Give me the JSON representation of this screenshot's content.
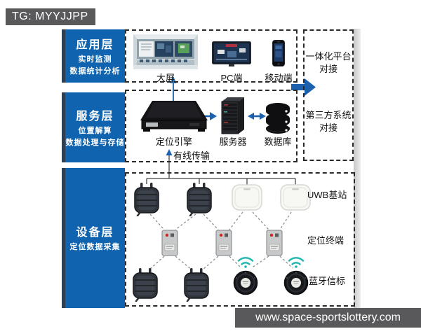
{
  "watermark": {
    "tag": "TG: MYYJJPP"
  },
  "footer": {
    "site": "www.space-sportslottery.com"
  },
  "sidebar": {
    "application": {
      "title": "应用层",
      "lines": [
        "实时监测",
        "数据统计分析"
      ]
    },
    "service": {
      "title": "服务层",
      "lines": [
        "位置解算",
        "数据处理与存储"
      ]
    },
    "device": {
      "title": "设备层",
      "lines": [
        "定位数据采集"
      ]
    }
  },
  "application_layer": {
    "items": [
      {
        "label": "大屏"
      },
      {
        "label": "PC端"
      },
      {
        "label": "移动端"
      }
    ]
  },
  "service_layer": {
    "items": [
      {
        "label": "定位引擎"
      },
      {
        "label": "服务器"
      },
      {
        "label": "数据库"
      }
    ],
    "transport_label": "有线传输"
  },
  "device_layer": {
    "labels": {
      "uwb_station": "UWB基站",
      "terminal": "定位终端",
      "beacon": "蓝牙信标"
    }
  },
  "integration_panel": {
    "platform": {
      "line1": "一体化平台",
      "line2": "对接"
    },
    "third_party": {
      "line1": "第三方系统",
      "line2": "对接"
    }
  },
  "colors": {
    "sidebar_blue": "#1064af",
    "sidebar_edge": "#2f3f51",
    "arrow_blue": "#1c61ad",
    "wifi_teal": "#1fb6b0",
    "bar_gray": "#59595b",
    "dash_border": "#2a2a2a"
  }
}
